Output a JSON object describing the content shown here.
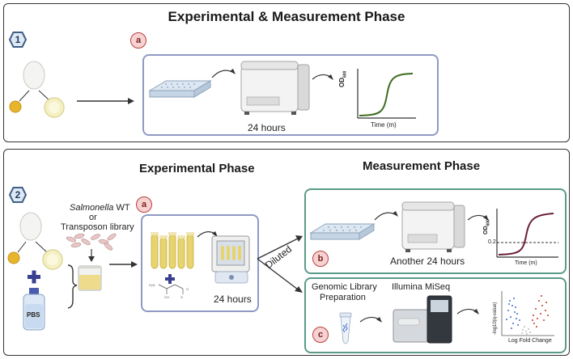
{
  "top_panel": {
    "title": "Experimental & Measurement Phase",
    "step_number": "1",
    "sub_label": "a",
    "duration": "24 hours",
    "chart": {
      "ylabel": "OD",
      "ylabel_sub": "600",
      "xlabel": "Time (m)"
    }
  },
  "bottom_panel": {
    "step_number": "2",
    "experimental_title": "Experimental Phase",
    "measurement_title": "Measurement Phase",
    "strain_italic": "Salmonella",
    "strain_rest": " WT",
    "or_text": "or",
    "library_text": "Transposon library",
    "pbs_label": "PBS",
    "exp_sub_label": "a",
    "exp_duration": "24 hours",
    "diluted_label": "Diluted",
    "box_b": {
      "sub_label": "b",
      "caption": "Another 24 hours",
      "chart": {
        "ylabel": "OD",
        "ylabel_sub": "600",
        "threshold": "0.2",
        "xlabel": "Time (m)"
      }
    },
    "box_c": {
      "sub_label": "c",
      "prep_line1": "Genomic Library",
      "prep_line2": "Preparation",
      "sequencer": "Illumina MiSeq",
      "volcano": {
        "ylabel": "-log10(q-value)",
        "xlabel": "Log Fold Change"
      }
    }
  },
  "colors": {
    "hex_fill": "#dfe9f5",
    "hex_stroke": "#3e5f86",
    "box_blue": "#8e9ac4",
    "box_green": "#5a9b89",
    "curve_green": "#3e6b1f",
    "curve_maroon": "#6b1f3a",
    "volcano_blue": "#3d6fcf",
    "volcano_red": "#c0392b"
  },
  "icons": [
    "egg-icon",
    "yolk-icon",
    "egg-white-icon",
    "microplate-icon",
    "plate-reader-icon",
    "test-tubes-icon",
    "incubator-icon",
    "beaker-icon",
    "pbs-bottle-icon",
    "bacteria-icon",
    "microtube-icon",
    "sequencer-icon"
  ]
}
